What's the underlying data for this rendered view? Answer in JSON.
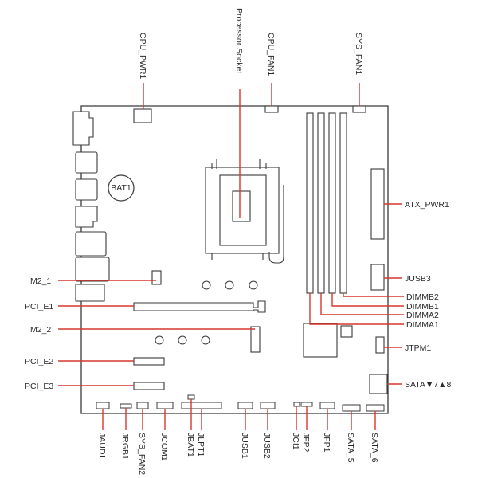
{
  "colors": {
    "callout": "#d8372e",
    "outline": "#3a3a3a",
    "board": "#ffffff"
  },
  "battery_label": "BAT1",
  "labels": {
    "cpu_pwr1": "CPU_PWR1",
    "processor_socket": "Processor Socket",
    "cpu_fan1": "CPU_FAN1",
    "sys_fan1": "SYS_FAN1",
    "atx_pwr1": "ATX_PWR1",
    "jusb3": "JUSB3",
    "dimmb2": "DIMMB2",
    "dimmb1": "DIMMB1",
    "dimma2": "DIMMA2",
    "dimma1": "DIMMA1",
    "jtpm1": "JTPM1",
    "sata78": "SATA▼7▲8",
    "m2_1": "M2_1",
    "pci_e1": "PCI_E1",
    "m2_2": "M2_2",
    "pci_e2": "PCI_E2",
    "pci_e3": "PCI_E3",
    "jaud1": "JAUD1",
    "jrgb1": "JRGB1",
    "sys_fan2": "SYS_FAN2",
    "jcom1": "JCOM1",
    "jbat1": "JBAT1",
    "jlpt1": "JLPT1",
    "jusb1": "JUSB1",
    "jusb2": "JUSB2",
    "jci1": "JCI1",
    "jfp2": "JFP2",
    "jfp1": "JFP1",
    "sata_5": "SATA_5",
    "sata_6": "SATA_6"
  }
}
